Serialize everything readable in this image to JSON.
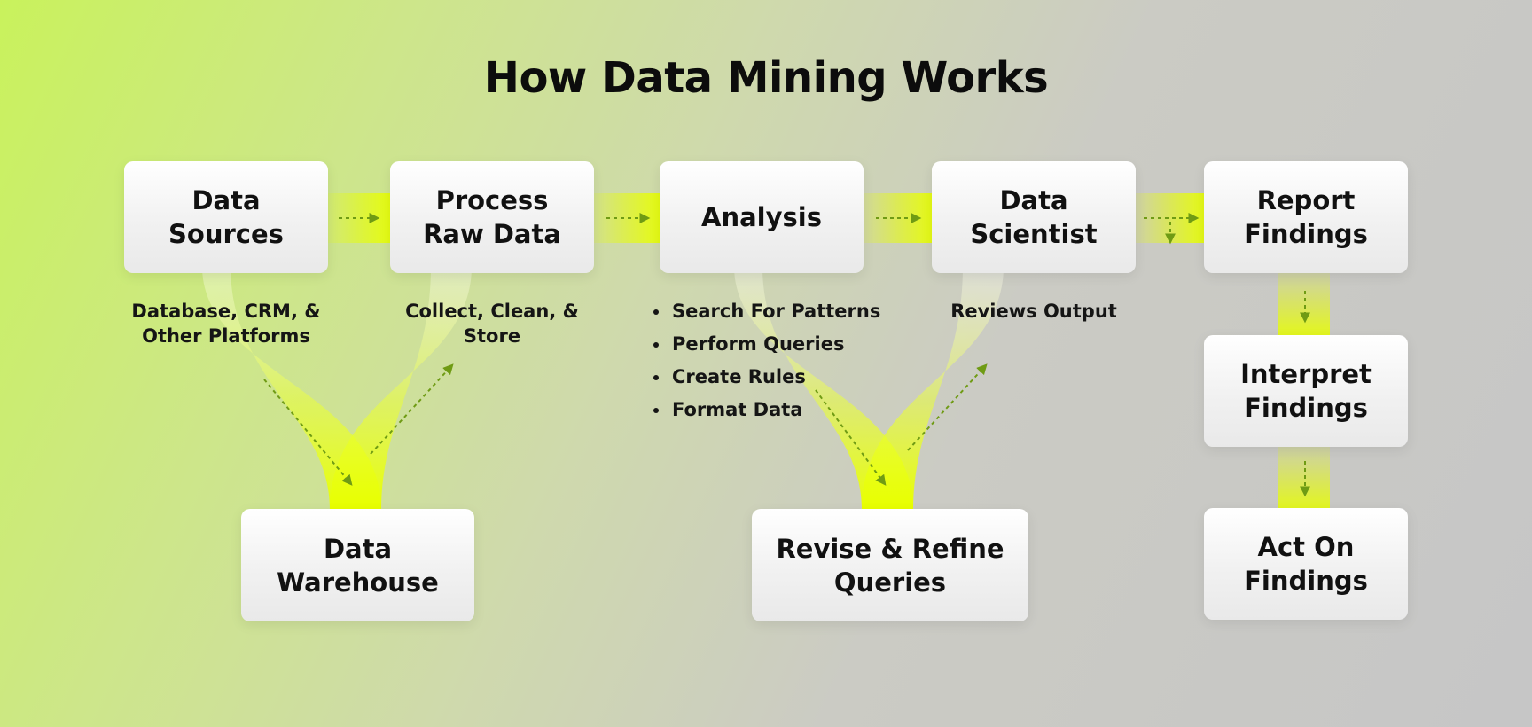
{
  "title": "How Data Mining Works",
  "colors": {
    "accent": "#e8ff00",
    "arrow": "#6f9b14",
    "box": "#f4f4f4",
    "text": "#111111"
  },
  "boxes": {
    "data_sources": {
      "line1": "Data",
      "line2": "Sources"
    },
    "process_raw_data": {
      "line1": "Process",
      "line2": "Raw Data"
    },
    "analysis": {
      "line1": "Analysis"
    },
    "data_scientist": {
      "line1": "Data",
      "line2": "Scientist"
    },
    "report_findings": {
      "line1": "Report",
      "line2": "Findings"
    },
    "interpret_findings": {
      "line1": "Interpret",
      "line2": "Findings"
    },
    "act_on_findings": {
      "line1": "Act On",
      "line2": "Findings"
    },
    "data_warehouse": {
      "line1": "Data",
      "line2": "Warehouse"
    },
    "revise_refine": {
      "line1": "Revise & Refine",
      "line2": "Queries"
    }
  },
  "descriptions": {
    "data_sources": {
      "line1": "Database, CRM, &",
      "line2": "Other Platforms"
    },
    "process_raw_data": {
      "line1": "Collect, Clean, &",
      "line2": "Store"
    },
    "analysis_bullets": [
      "Search For Patterns",
      "Perform Queries",
      "Create Rules",
      "Format Data"
    ],
    "data_scientist": {
      "line1": "Reviews Output"
    }
  }
}
